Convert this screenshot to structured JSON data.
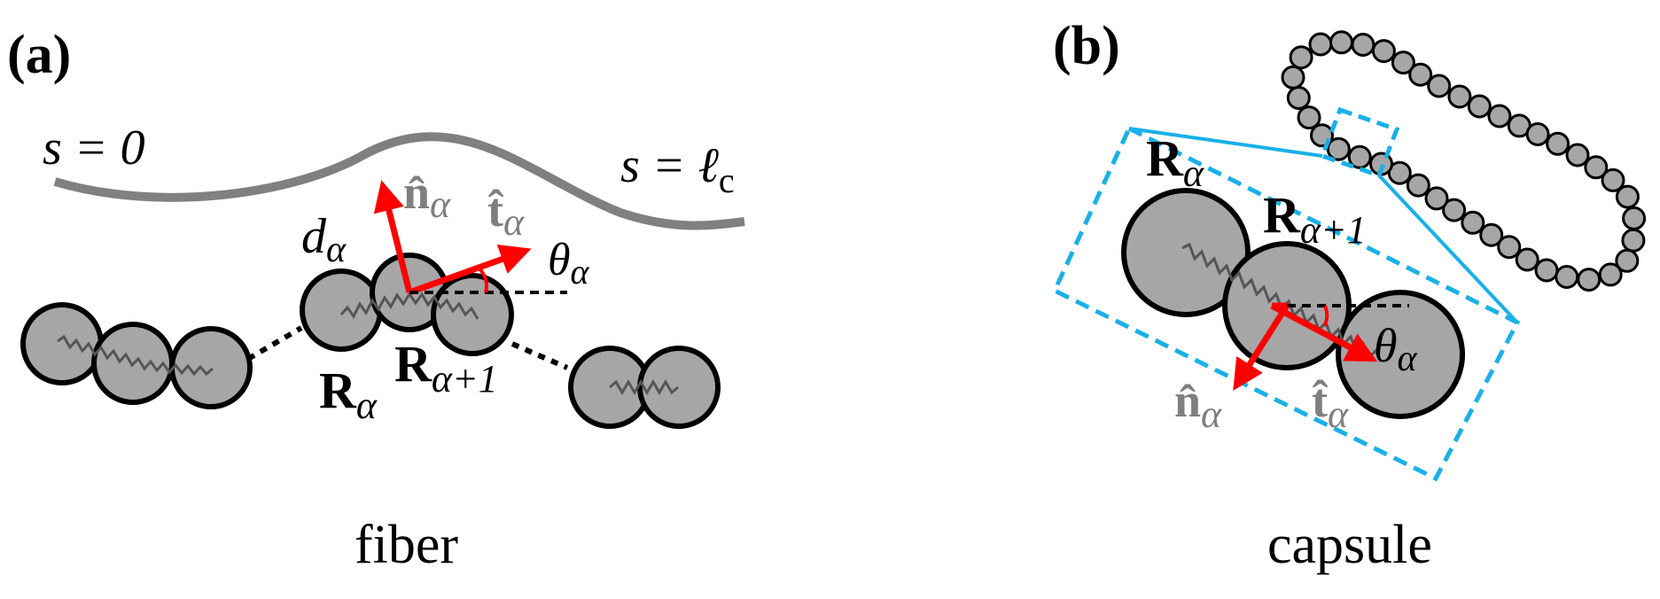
{
  "colors": {
    "bead_fill": "#a6a6a6",
    "bead_stroke": "#000000",
    "curve": "#808080",
    "vector": "#ff0000",
    "box": "#1ab0e8",
    "unit_label": "#7f7f7f"
  },
  "panel_a": {
    "label": "(a)",
    "s_start": "s = 0",
    "s_end_var": "s = ℓ",
    "s_end_sub": "c",
    "n_hat": "n̂",
    "t_hat": "t̂",
    "alpha": "α",
    "d": "d",
    "theta": "θ",
    "R": "R",
    "alpha_plus_1": "α+1",
    "caption": "fiber"
  },
  "panel_b": {
    "label": "(b)",
    "R": "R",
    "alpha": "α",
    "alpha_plus_1": "α+1",
    "theta": "θ",
    "n_hat": "n̂",
    "t_hat": "t̂",
    "caption": "capsule"
  }
}
